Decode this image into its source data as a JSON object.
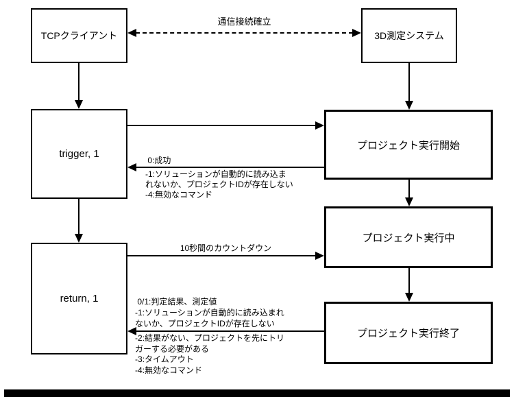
{
  "nodes": {
    "tcp_client": "TCPクライアント",
    "measurement_system": "3D測定システム",
    "trigger_command": "trigger, 1",
    "project_start": "プロジェクト実行開始",
    "project_running": "プロジェクト実行中",
    "return_command": "return, 1",
    "project_end": "プロジェクト実行終了"
  },
  "labels": {
    "connection": "通信接続確立",
    "countdown": "10秒間のカウントダウン",
    "trigger_response": {
      "above": [
        " 0:成功"
      ],
      "below": [
        "-1:ソリューションが自動的に読み込ま",
        "れないか、プロジェクトIDが存在しない",
        "-4:無効なコマンド"
      ]
    },
    "return_response": {
      "above": [
        " 0/1:判定結果、測定値",
        "-1:ソリューションが自動的に読み込まれ",
        "ないか、プロジェクトIDが存在しない"
      ],
      "below": [
        "-2:結果がない、プロジェクトを先にトリ",
        "ガーする必要がある",
        "-3:タイムアウト",
        "-4:無効なコマンド"
      ]
    }
  },
  "colors": {
    "line": "#000000",
    "background": "#ffffff",
    "bottom_bar": "#000000"
  }
}
